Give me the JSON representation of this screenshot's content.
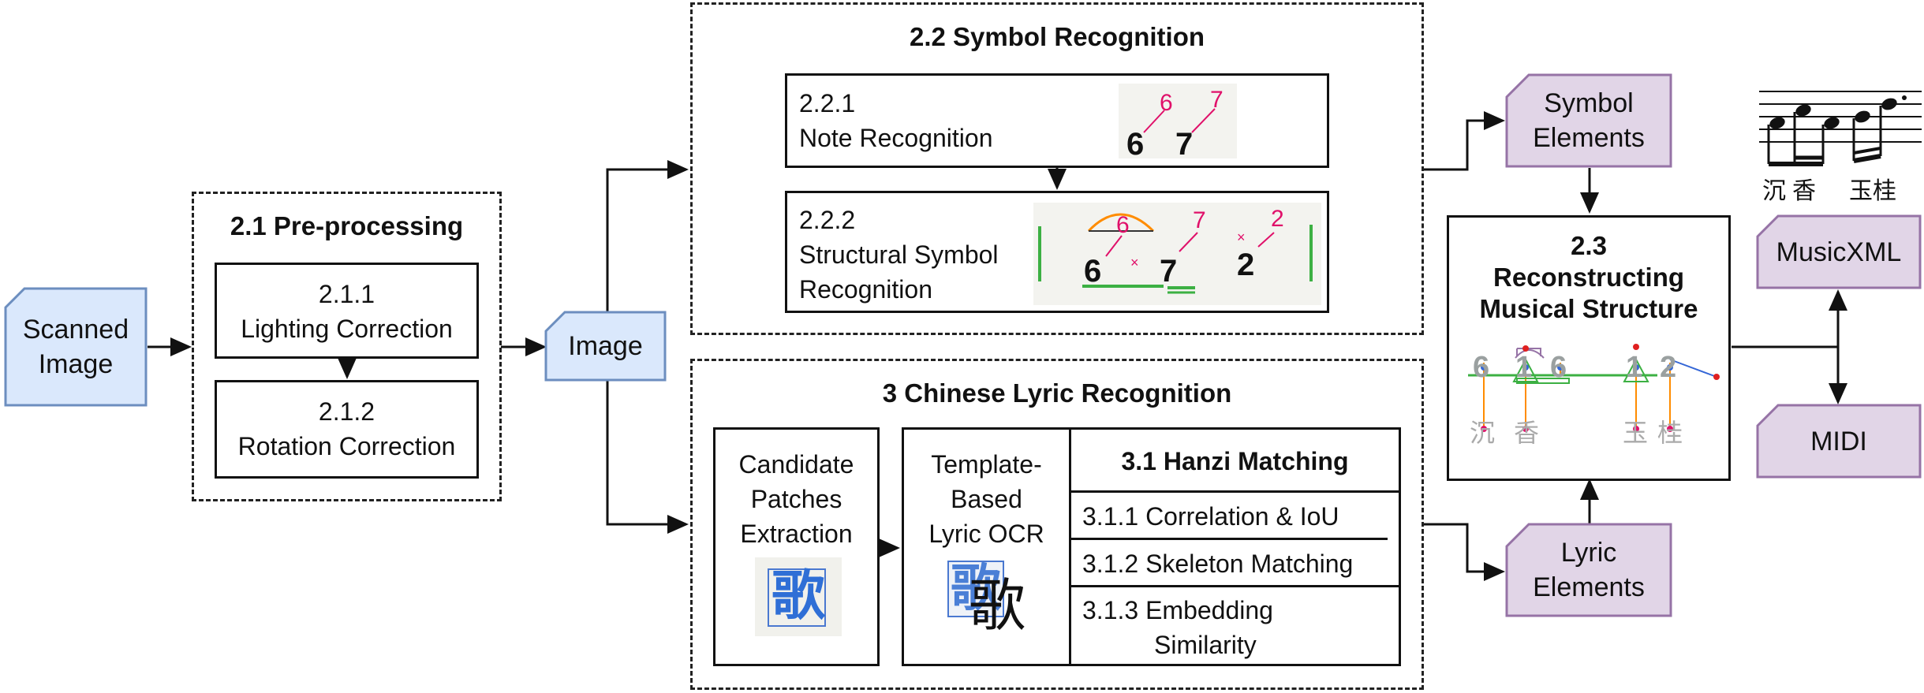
{
  "colors": {
    "input_fill": "#dae8fc",
    "input_stroke": "#6c8ebf",
    "output_fill": "#e1d5e7",
    "output_stroke": "#9673a6",
    "annotation_pink": "#e0106a",
    "slur_orange": "#ff8c00",
    "underline_green": "#3cb043",
    "matching_blue": "#2f6fd6"
  },
  "inputs": {
    "scanned_image": "Scanned\nImage",
    "image": "Image"
  },
  "preprocessing": {
    "title": "2.1 Pre-processing",
    "lighting": {
      "number": "2.1.1",
      "label": "Lighting Correction"
    },
    "rotation": {
      "number": "2.1.2",
      "label": "Rotation Correction"
    }
  },
  "symbol_recognition": {
    "title": "2.2 Symbol Recognition",
    "note": {
      "number": "2.2.1",
      "label": "Note Recognition",
      "digits": [
        "6",
        "7"
      ],
      "annotations": [
        "6",
        "7"
      ]
    },
    "structural": {
      "number": "2.2.2",
      "label_line1": "Structural Symbol",
      "label_line2": "Recognition",
      "digits": [
        "6",
        "7",
        "2"
      ],
      "annotations": [
        "6",
        "7",
        "2"
      ]
    }
  },
  "lyric_recognition": {
    "title": "3 Chinese Lyric Recognition",
    "candidate": {
      "line1": "Candidate",
      "line2": "Patches",
      "line3": "Extraction",
      "glyph": "歌"
    },
    "template": {
      "line1": "Template-",
      "line2": "Based",
      "line3": "Lyric OCR",
      "glyph": "歌"
    },
    "hanzi_matching": {
      "title": "3.1 Hanzi Matching",
      "items": [
        "3.1.1 Correlation & IoU",
        "3.1.2 Skeleton Matching"
      ],
      "embedding_line1": "3.1.3 Embedding",
      "embedding_line2": "Similarity"
    }
  },
  "outputs": {
    "symbol_elements": "Symbol\nElements",
    "lyric_elements": "Lyric\nElements",
    "musicxml": "MusicXML",
    "midi": "MIDI"
  },
  "reconstruction": {
    "number": "2.3",
    "line1": "Reconstructing",
    "line2": "Musical Structure",
    "digits": [
      "6",
      "1",
      "6",
      "1",
      "2"
    ],
    "lyrics": [
      "沉",
      "香",
      "玉",
      "桂"
    ]
  },
  "score_preview": {
    "lyrics": [
      "沉",
      "香",
      "玉桂"
    ]
  }
}
